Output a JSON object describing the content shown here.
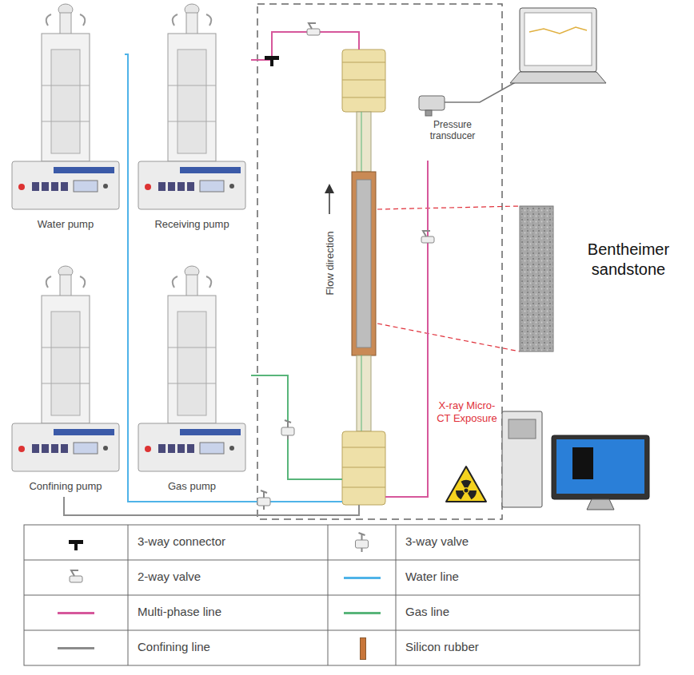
{
  "diagram": {
    "nodes": [
      {
        "text": [
          "Water pump"
        ]
      },
      {
        "text": [
          "Receiving pump"
        ]
      },
      {
        "text": [
          "Pressure transducer"
        ]
      },
      {
        "text": [
          "Flow direction"
        ]
      },
      {
        "text": [
          "Confining pump"
        ]
      },
      {
        "text": [
          "Gas pump"
        ]
      }
    ],
    "edges": [
      {
        "from": 0,
        "to": 3,
        "arrow": "none"
      },
      {
        "from": 1,
        "to": 3,
        "arrow": "none"
      },
      {
        "from": 2,
        "to": 3,
        "arrow": "none"
      },
      {
        "from": 4,
        "to": 3,
        "arrow": "none"
      },
      {
        "from": 5,
        "to": 3,
        "arrow": "none"
      }
    ],
    "labels": [
      "Bentheimer sandstone",
      "X-ray Micro-CT Exposure"
    ],
    "legend": [
      {
        "text": "3-way connector"
      },
      {
        "text": "3-way valve"
      },
      {
        "text": "2-way valve"
      },
      {
        "text": "Water line",
        "color": "#4fb3e8"
      },
      {
        "text": "Multi-phase line",
        "color": "#d6579b"
      },
      {
        "text": "Gas line",
        "color": "#58b57a"
      },
      {
        "text": "Confining line",
        "color": "#8c8c8c"
      },
      {
        "text": "Silicon rubber",
        "color": "#c8763a"
      }
    ]
  }
}
